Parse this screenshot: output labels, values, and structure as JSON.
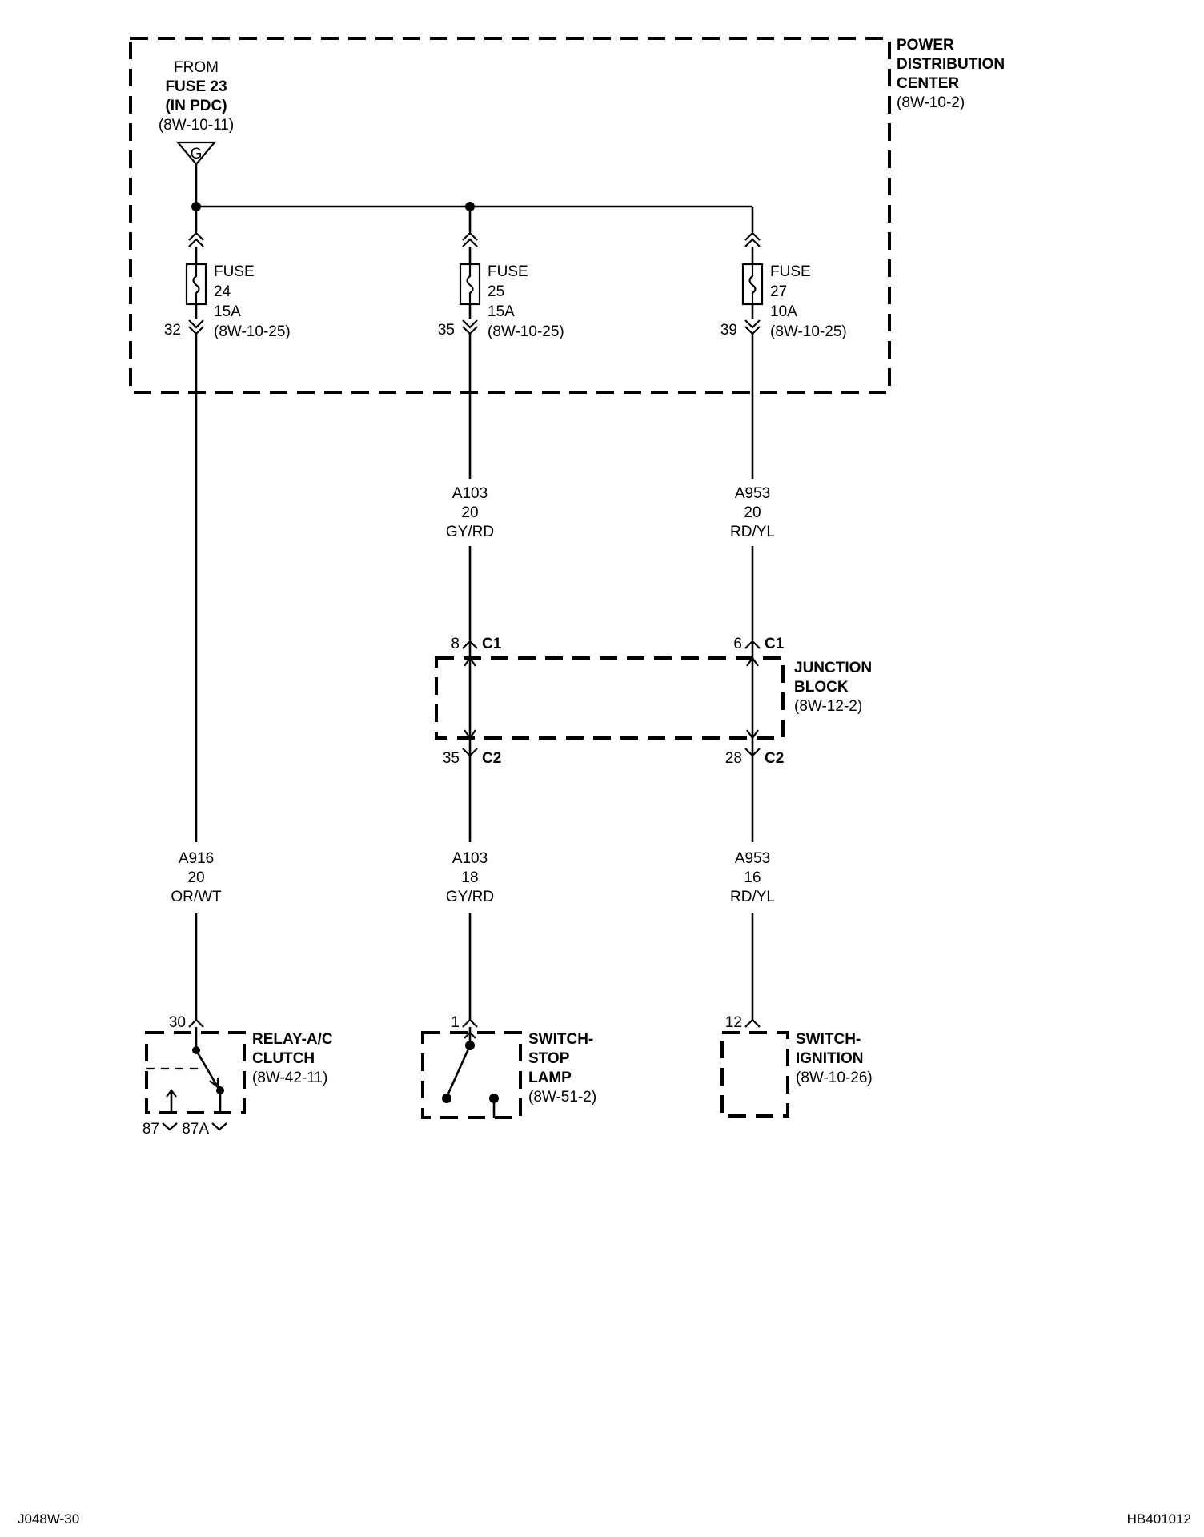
{
  "pdc": {
    "title": [
      "POWER",
      "DISTRIBUTION",
      "CENTER"
    ],
    "ref": "(8W-10-2)"
  },
  "source": {
    "from": "FROM",
    "fuse": "FUSE 23",
    "loc": "(IN PDC)",
    "ref": "(8W-10-11)",
    "letter": "G"
  },
  "fuses": [
    {
      "label": "FUSE",
      "number": "24",
      "rating": "15A",
      "ref": "(8W-10-25)",
      "pin": "32"
    },
    {
      "label": "FUSE",
      "number": "25",
      "rating": "15A",
      "ref": "(8W-10-25)",
      "pin": "35"
    },
    {
      "label": "FUSE",
      "number": "27",
      "rating": "10A",
      "ref": "(8W-10-25)",
      "pin": "39"
    }
  ],
  "wires": {
    "a103_top": [
      "A103",
      "20",
      "GY/RD"
    ],
    "a953_top": [
      "A953",
      "20",
      "RD/YL"
    ],
    "a916": [
      "A916",
      "20",
      "OR/WT"
    ],
    "a103_bottom": [
      "A103",
      "18",
      "GY/RD"
    ],
    "a953_bottom": [
      "A953",
      "16",
      "RD/YL"
    ]
  },
  "junction": {
    "title": [
      "JUNCTION",
      "BLOCK"
    ],
    "ref": "(8W-12-2)",
    "pins": {
      "left_c1": "8",
      "right_c1": "6",
      "left_c2": "35",
      "right_c2": "28"
    },
    "c1": "C1",
    "c2": "C2"
  },
  "relay": {
    "title": [
      "RELAY-A/C",
      "CLUTCH"
    ],
    "ref": "(8W-42-11)",
    "pin_in": "30",
    "pin_87": "87",
    "pin_87a": "87A"
  },
  "stop_switch": {
    "title": [
      "SWITCH-",
      "STOP",
      "LAMP"
    ],
    "ref": "(8W-51-2)",
    "pin": "1"
  },
  "ign_switch": {
    "title": [
      "SWITCH-",
      "IGNITION"
    ],
    "ref": "(8W-10-26)",
    "pin": "12"
  },
  "footer": {
    "left": "J048W-30",
    "right": "HB401012"
  }
}
